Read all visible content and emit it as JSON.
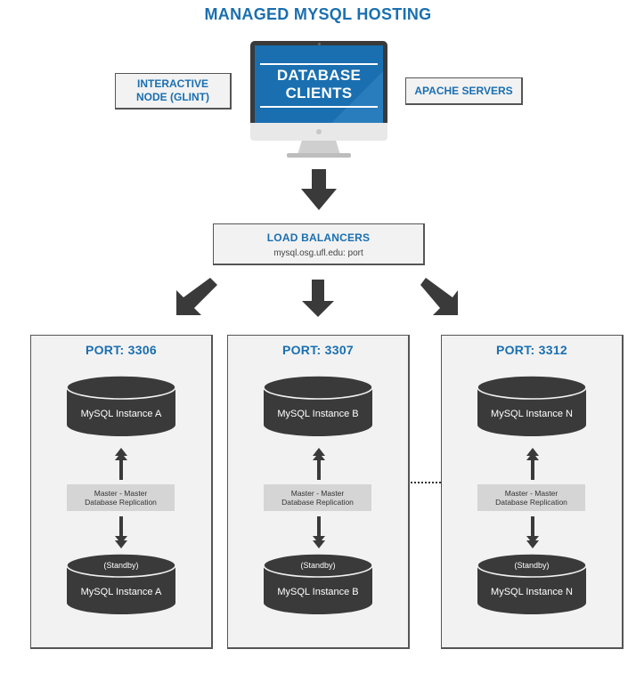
{
  "title": "MANAGED MYSQL HOSTING",
  "clients": {
    "left_label": "INTERACTIVE NODE (GLINT)",
    "left_label_line1": "INTERACTIVE",
    "left_label_line2": "NODE (GLINT)",
    "monitor_line1": "DATABASE",
    "monitor_line2": "CLIENTS",
    "right_label": "APACHE SERVERS"
  },
  "load_balancer": {
    "title": "LOAD BALANCERS",
    "address": "mysql.osg.ufl.edu: port"
  },
  "ports": [
    {
      "title": "PORT: 3306",
      "primary": "MySQL Instance A",
      "replication_line1": "Master - Master",
      "replication_line2": "Database Replication",
      "standby_tag": "(Standby)",
      "standby": "MySQL Instance A"
    },
    {
      "title": "PORT: 3307",
      "primary": "MySQL Instance B",
      "replication_line1": "Master - Master",
      "replication_line2": "Database Replication",
      "standby_tag": "(Standby)",
      "standby": "MySQL Instance B"
    },
    {
      "title": "PORT: 3312",
      "primary": "MySQL Instance N",
      "replication_line1": "Master - Master",
      "replication_line2": "Database Replication",
      "standby_tag": "(Standby)",
      "standby": "MySQL Instance N"
    }
  ],
  "colors": {
    "accent_blue": "#1a6fb0",
    "dark": "#3a3a3a",
    "panel": "#f2f2f2",
    "replication_box": "#d5d5d5"
  }
}
